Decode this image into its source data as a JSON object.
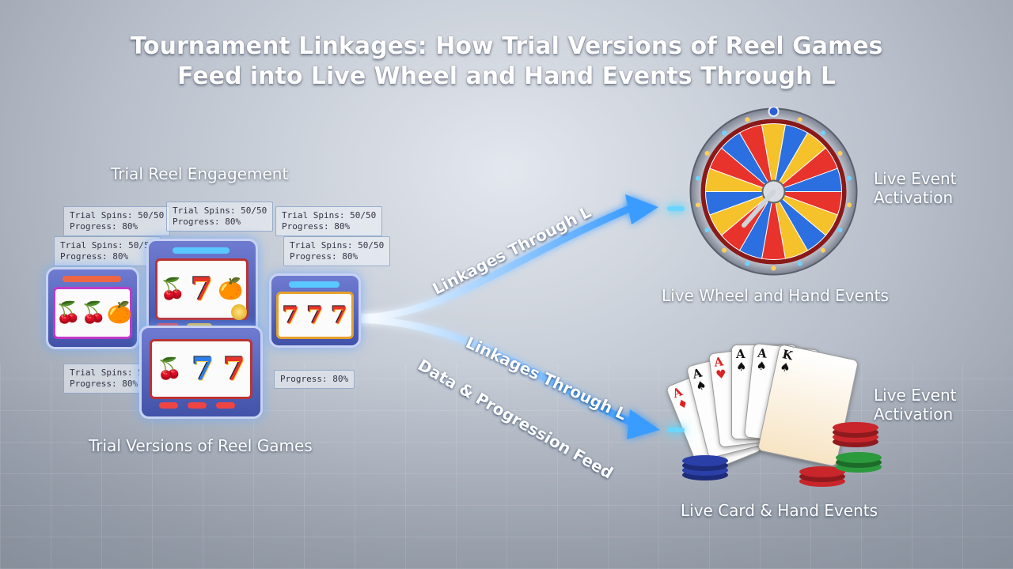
{
  "title": {
    "line1": "Tournament Linkages: How Trial Versions of Reel Games",
    "line2": "Feed into Live Wheel and Hand Events Through L"
  },
  "left": {
    "top_label": "Trial Reel Engagement",
    "bottom_label": "Trial Versions of Reel Games",
    "stat_boxes": [
      {
        "line1": "Trial Spins: 50/50",
        "line2": "Progress: 80%"
      },
      {
        "line1": "Trial Spins: 50/50",
        "line2": "Progress: 80%"
      },
      {
        "line1": "Trial Spins: 50/50",
        "line2": "Progress: 80%"
      },
      {
        "line1": "Trial Spins: 50/50",
        "line2": "Progress: 80%"
      },
      {
        "line1": "Trial Spins: 50/50",
        "line2": "Progress: 80%"
      },
      {
        "line1": "Trial Spins: 50/50",
        "line2": "Progress: 80%"
      },
      {
        "line1": "Progress: 80%"
      }
    ],
    "reel_symbols": "7"
  },
  "flows": {
    "upper": "Linkages Through L",
    "lower_1": "Linkages Through L",
    "lower_2": "Data & Progression Feed"
  },
  "right_top": {
    "caption": "Live Wheel and Hand Events",
    "activation_line1": "Live Event",
    "activation_line2": "Activation"
  },
  "right_bottom": {
    "caption": "Live Card & Hand Events",
    "activation_line1": "Live Event",
    "activation_line2": "Activation"
  },
  "colors": {
    "flow_glow": "#4fb4ff",
    "accent_red": "#e5342b",
    "accent_blue": "#2d7ee8"
  },
  "icons": [
    "slot-machine-icon",
    "prize-wheel-icon",
    "playing-cards-icon",
    "poker-chips-icon",
    "arrow-icon"
  ]
}
